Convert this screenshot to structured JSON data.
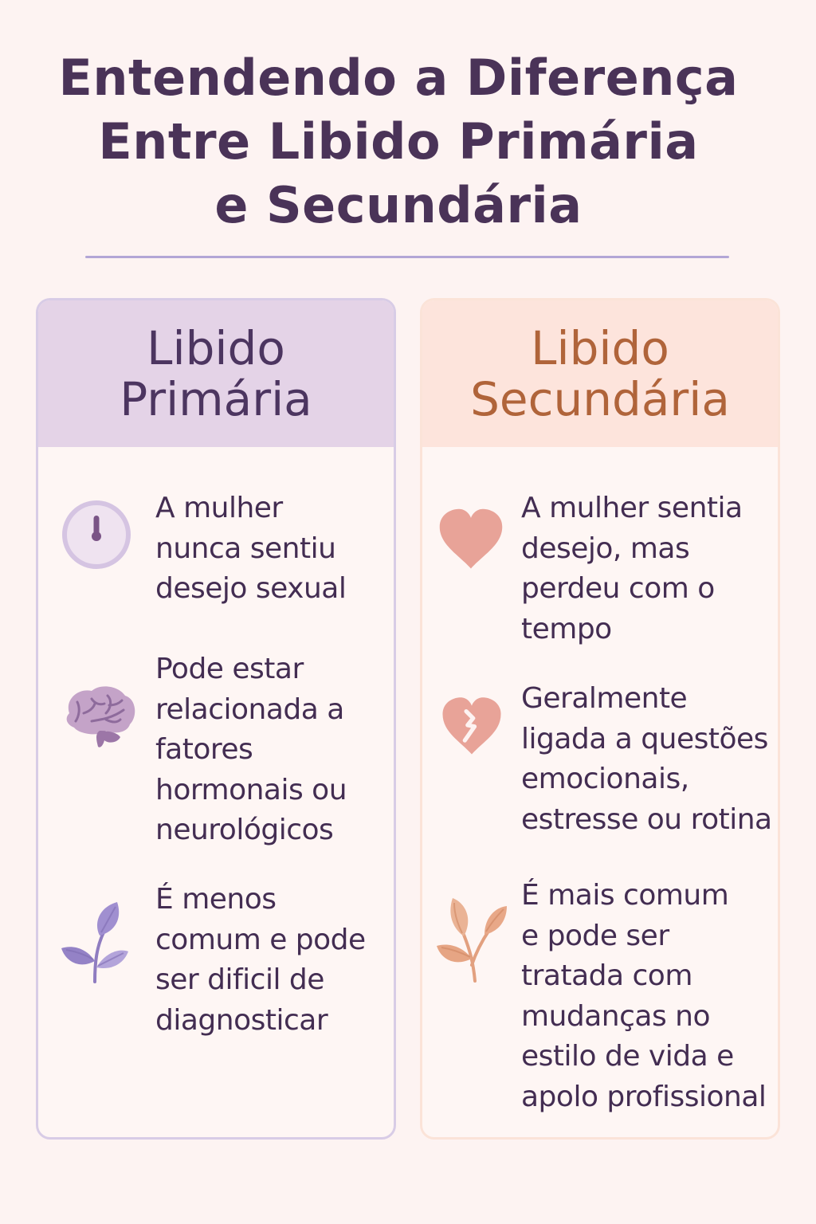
{
  "title": {
    "lines": [
      "Entendendo a Diferença",
      "Entre Libido Primária",
      "e Secundária"
    ]
  },
  "colors": {
    "background": "#fdf3f2",
    "title_text": "#4a3358",
    "divider": "#b3a6d6",
    "primary_header_bg": "#e4d3e7",
    "primary_header_text": "#4c3560",
    "primary_border": "#d8cce6",
    "secondary_header_bg": "#fde4dc",
    "secondary_header_text": "#b0643a",
    "secondary_border": "#fbe3d8",
    "body_text": "#432d52",
    "heart": "#e8a398",
    "leaf_purple": "#9b88c9",
    "leaf_peach": "#e6a584"
  },
  "cards": {
    "primary": {
      "heading_lines": [
        "Libido",
        "Primária"
      ],
      "items": [
        {
          "icon": "thermometer-clock-icon",
          "lines": [
            "A mulher",
            "nunca sentiu",
            "desejo sexual"
          ]
        },
        {
          "icon": "brain-icon",
          "lines": [
            "Pode estar",
            "relacionada a",
            "fatores",
            "hormonais ou",
            "neurológicos"
          ]
        },
        {
          "icon": "leaf-sprout-icon",
          "lines": [
            "É menos",
            "comum e pode",
            "ser dificil de",
            "diagnosticar"
          ]
        }
      ]
    },
    "secondary": {
      "heading_lines": [
        "Libido",
        "Secundária"
      ],
      "items": [
        {
          "icon": "heart-icon",
          "lines": [
            "A mulher sentia",
            "desejo, mas",
            "perdeu com o",
            "tempo"
          ]
        },
        {
          "icon": "broken-heart-icon",
          "lines": [
            "Geralmente",
            "ligada a questões",
            "emocionais,",
            "estresse ou rotina"
          ]
        },
        {
          "icon": "leaf-sprout-icon",
          "lines": [
            "É mais comum",
            "e pode ser",
            "tratada com",
            "mudanças no",
            "estilo de vida e",
            "apolo profissional"
          ]
        }
      ]
    }
  }
}
